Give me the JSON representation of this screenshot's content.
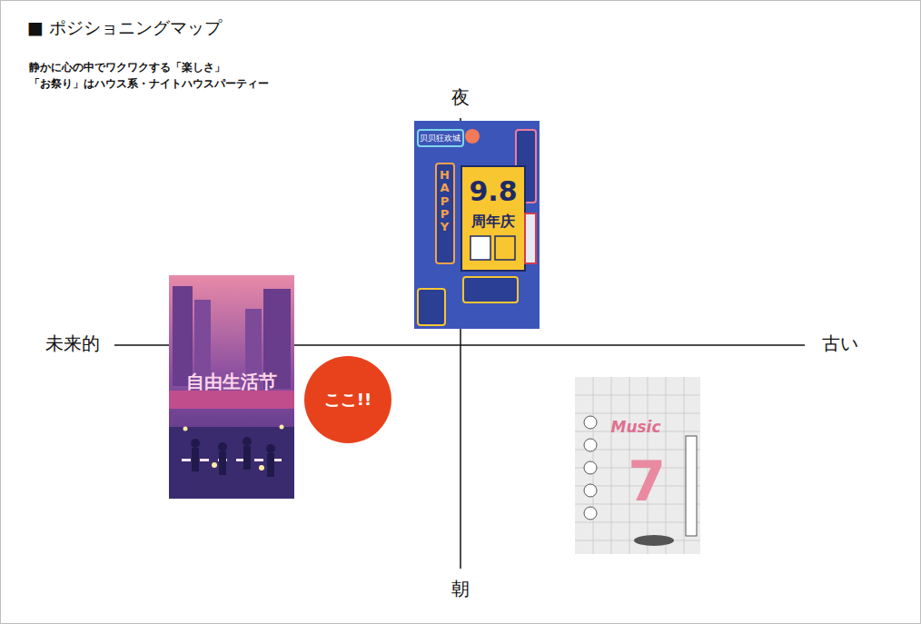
{
  "diagram": {
    "title": "■ ポジショニングマップ",
    "nodes": [
      {
        "text": [
          "ここ!!"
        ]
      }
    ],
    "labels": [
      "静かに心の中でワクワクする「楽しさ」",
      "「お祭り」はハウス系・ナイトハウスパーティー",
      "夜",
      "未来的",
      "古い",
      "朝",
      "贝贝狂欢城",
      "HAPPY",
      "9.8",
      "周年庆",
      "自由生活节",
      "Music",
      "7"
    ]
  }
}
